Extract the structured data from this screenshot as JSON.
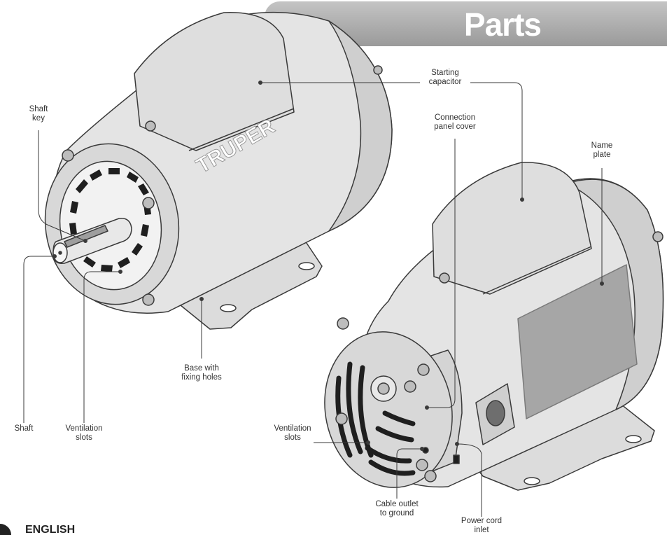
{
  "title": "Parts",
  "brand_logo": "TRUPER",
  "language_label": "ENGLISH",
  "labels": {
    "shaft_key": "Shaft\nkey",
    "starting_capacitor": "Starting\ncapacitor",
    "connection_panel_cover": "Connection\npanel cover",
    "name_plate": "Name\nplate",
    "base_fixing_holes": "Base with\nfixing holes",
    "shaft": "Shaft",
    "ventilation_slots_front": "Ventilation\nslots",
    "ventilation_slots_rear": "Ventilation\nslots",
    "cable_outlet": "Cable outlet\nto ground",
    "power_cord_inlet": "Power cord\ninlet"
  },
  "colors": {
    "banner": "#a9a9a9",
    "motor_body": "#e2e2e2",
    "outline": "#3a3a3a",
    "name_plate": "#a6a6a6",
    "slots": "#1f1f1f"
  }
}
